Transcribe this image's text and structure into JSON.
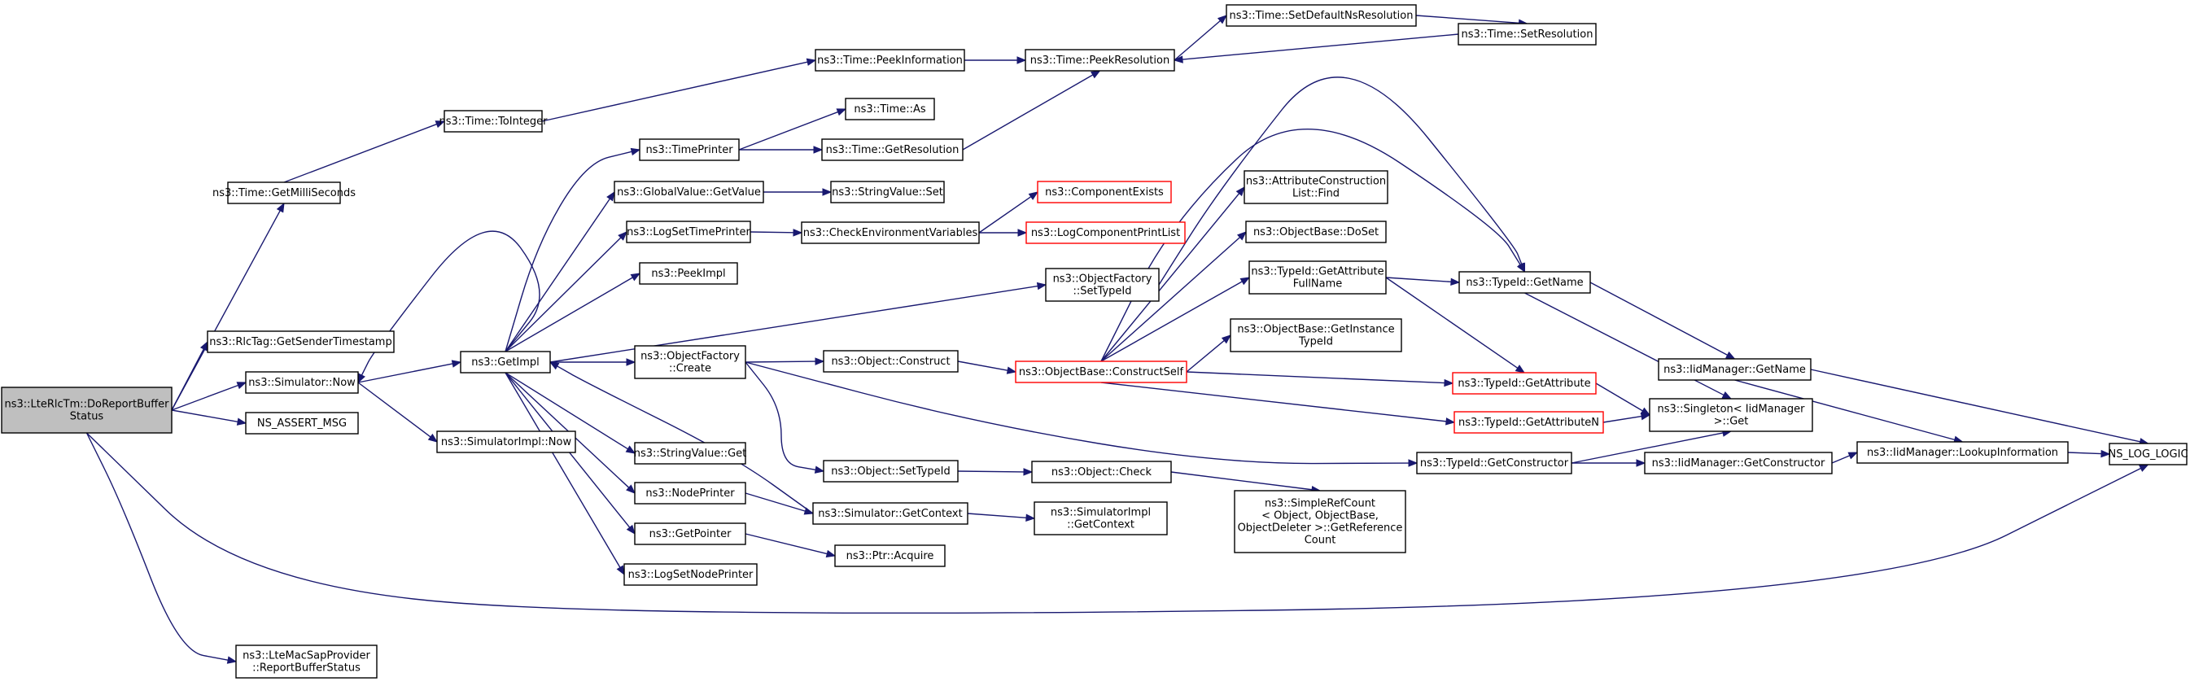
{
  "nodes": [
    {
      "id": "root",
      "lines": [
        "ns3::LteRlcTm::DoReportBuffer",
        "Status"
      ]
    },
    {
      "id": "getmilli",
      "lines": [
        "ns3::Time::GetMilliSeconds"
      ]
    },
    {
      "id": "tointeger",
      "lines": [
        "ns3::Time::ToInteger"
      ]
    },
    {
      "id": "peekinfo",
      "lines": [
        "ns3::Time::PeekInformation"
      ]
    },
    {
      "id": "peekres",
      "lines": [
        "ns3::Time::PeekResolution"
      ]
    },
    {
      "id": "setdefns",
      "lines": [
        "ns3::Time::SetDefaultNsResolution"
      ]
    },
    {
      "id": "setres",
      "lines": [
        "ns3::Time::SetResolution"
      ]
    },
    {
      "id": "timeas",
      "lines": [
        "ns3::Time::As"
      ]
    },
    {
      "id": "getres",
      "lines": [
        "ns3::Time::GetResolution"
      ]
    },
    {
      "id": "timeprinter",
      "lines": [
        "ns3::TimePrinter"
      ]
    },
    {
      "id": "gvgetvalue",
      "lines": [
        "ns3::GlobalValue::GetValue"
      ]
    },
    {
      "id": "svset",
      "lines": [
        "ns3::StringValue::Set"
      ]
    },
    {
      "id": "compexists",
      "lines": [
        "ns3::ComponentExists"
      ]
    },
    {
      "id": "logsettime",
      "lines": [
        "ns3::LogSetTimePrinter"
      ]
    },
    {
      "id": "checkenv",
      "lines": [
        "ns3::CheckEnvironmentVariables"
      ]
    },
    {
      "id": "logcompprint",
      "lines": [
        "ns3::LogComponentPrintList"
      ]
    },
    {
      "id": "peekimpl",
      "lines": [
        "ns3::PeekImpl"
      ]
    },
    {
      "id": "rlctag",
      "lines": [
        "ns3::RlcTag::GetSenderTimestamp"
      ]
    },
    {
      "id": "simnow",
      "lines": [
        "ns3::Simulator::Now"
      ]
    },
    {
      "id": "getimpl",
      "lines": [
        "ns3::GetImpl"
      ]
    },
    {
      "id": "simimplnow",
      "lines": [
        "ns3::SimulatorImpl::Now"
      ]
    },
    {
      "id": "assertmsg",
      "lines": [
        "NS_ASSERT_MSG"
      ]
    },
    {
      "id": "ofcreate",
      "lines": [
        "ns3::ObjectFactory",
        "::Create"
      ]
    },
    {
      "id": "objconstruct",
      "lines": [
        "ns3::Object::Construct"
      ]
    },
    {
      "id": "ofsettypeid",
      "lines": [
        "ns3::ObjectFactory",
        "::SetTypeId"
      ]
    },
    {
      "id": "constructself",
      "lines": [
        "ns3::ObjectBase::ConstructSelf"
      ]
    },
    {
      "id": "acfind",
      "lines": [
        "ns3::AttributeConstruction",
        "List::Find"
      ]
    },
    {
      "id": "obdoset",
      "lines": [
        "ns3::ObjectBase::DoSet"
      ]
    },
    {
      "id": "tidgetattrfull",
      "lines": [
        "ns3::TypeId::GetAttribute",
        "FullName"
      ]
    },
    {
      "id": "obgetinst",
      "lines": [
        "ns3::ObjectBase::GetInstance",
        "TypeId"
      ]
    },
    {
      "id": "tidgetname",
      "lines": [
        "ns3::TypeId::GetName"
      ]
    },
    {
      "id": "iidgetname",
      "lines": [
        "ns3::IidManager::GetName"
      ]
    },
    {
      "id": "tidgetattr",
      "lines": [
        "ns3::TypeId::GetAttribute"
      ]
    },
    {
      "id": "tidgetattrn",
      "lines": [
        "ns3::TypeId::GetAttributeN"
      ]
    },
    {
      "id": "singleton",
      "lines": [
        "ns3::Singleton< IidManager",
        " >::Get"
      ]
    },
    {
      "id": "tidgetctor",
      "lines": [
        "ns3::TypeId::GetConstructor"
      ]
    },
    {
      "id": "iidgetctor",
      "lines": [
        "ns3::IidManager::GetConstructor"
      ]
    },
    {
      "id": "iidlookup",
      "lines": [
        "ns3::IidManager::LookupInformation"
      ]
    },
    {
      "id": "nslog",
      "lines": [
        "NS_LOG_LOGIC"
      ]
    },
    {
      "id": "svget",
      "lines": [
        "ns3::StringValue::Get"
      ]
    },
    {
      "id": "objsettypeid",
      "lines": [
        "ns3::Object::SetTypeId"
      ]
    },
    {
      "id": "objcheck",
      "lines": [
        "ns3::Object::Check"
      ]
    },
    {
      "id": "noderinter",
      "lines": [
        "ns3::NodePrinter"
      ]
    },
    {
      "id": "simgetctx",
      "lines": [
        "ns3::Simulator::GetContext"
      ]
    },
    {
      "id": "simimplctx",
      "lines": [
        "ns3::SimulatorImpl",
        "::GetContext"
      ]
    },
    {
      "id": "simplerefcount",
      "lines": [
        "ns3::SimpleRefCount",
        "< Object, ObjectBase,",
        " ObjectDeleter >::GetReference",
        "Count"
      ]
    },
    {
      "id": "getpointer",
      "lines": [
        "ns3::GetPointer"
      ]
    },
    {
      "id": "ptracquire",
      "lines": [
        "ns3::Ptr::Acquire"
      ]
    },
    {
      "id": "logsetnode",
      "lines": [
        "ns3::LogSetNodePrinter"
      ]
    },
    {
      "id": "ltemacsap",
      "lines": [
        "ns3::LteMacSapProvider",
        "::ReportBufferStatus"
      ]
    }
  ]
}
